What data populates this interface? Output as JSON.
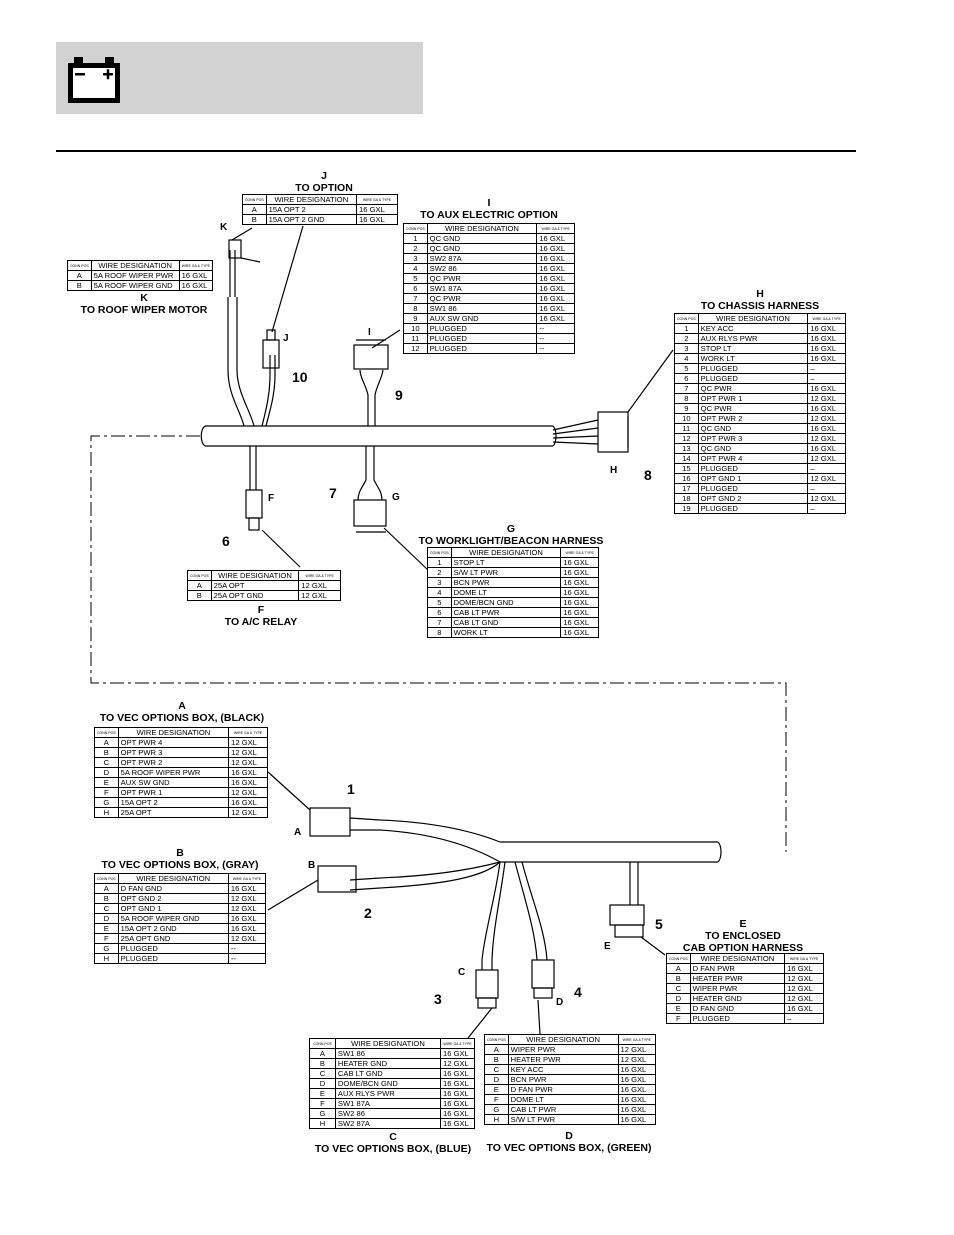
{
  "header": {
    "icon": "battery-icon"
  },
  "table_headers": {
    "pos": "CONN POS",
    "designation": "WIRE DESIGNATION",
    "gauge": "WIRE GA & TYPE"
  },
  "connectors": [
    {
      "id": "J",
      "caption_letter": "J",
      "caption_text": "TO OPTION",
      "callout_letter": "J",
      "callout_num": "10",
      "rows": [
        [
          "A",
          "15A OPT 2",
          "16 GXL"
        ],
        [
          "B",
          "15A OPT 2 GND",
          "16 GXL"
        ]
      ]
    },
    {
      "id": "I",
      "caption_letter": "I",
      "caption_text": "TO AUX ELECTRIC OPTION",
      "callout_letter": "I",
      "callout_num": "9",
      "rows": [
        [
          "1",
          "QC GND",
          "16 GXL"
        ],
        [
          "2",
          "QC GND",
          "16 GXL"
        ],
        [
          "3",
          "SW2 87A",
          "16 GXL"
        ],
        [
          "4",
          "SW2 86",
          "16 GXL"
        ],
        [
          "5",
          "QC PWR",
          "16 GXL"
        ],
        [
          "6",
          "SW1 87A",
          "16 GXL"
        ],
        [
          "7",
          "QC PWR",
          "16 GXL"
        ],
        [
          "8",
          "SW1 86",
          "16 GXL"
        ],
        [
          "9",
          "AUX SW GND",
          "16 GXL"
        ],
        [
          "10",
          "PLUGGED",
          "--"
        ],
        [
          "11",
          "PLUGGED",
          "--"
        ],
        [
          "12",
          "PLUGGED",
          "--"
        ]
      ]
    },
    {
      "id": "K",
      "caption_letter": "K",
      "caption_text": "TO ROOF WIPER MOTOR",
      "callout_letter": "K",
      "callout_num": "",
      "rows": [
        [
          "A",
          "5A ROOF WIPER PWR",
          "16 GXL"
        ],
        [
          "B",
          "5A ROOF WIPER GND",
          "16 GXL"
        ]
      ]
    },
    {
      "id": "H",
      "caption_letter": "H",
      "caption_text": "TO CHASSIS HARNESS",
      "callout_letter": "H",
      "callout_num": "8",
      "rows": [
        [
          "1",
          "KEY ACC",
          "16 GXL"
        ],
        [
          "2",
          "AUX RLYS PWR",
          "16 GXL"
        ],
        [
          "3",
          "STOP LT",
          "16 GXL"
        ],
        [
          "4",
          "WORK LT",
          "16 GXL"
        ],
        [
          "5",
          "PLUGGED",
          "–"
        ],
        [
          "6",
          "PLUGGED",
          "–"
        ],
        [
          "7",
          "QC PWR",
          "16 GXL"
        ],
        [
          "8",
          "OPT PWR 1",
          "12 GXL"
        ],
        [
          "9",
          "QC PWR",
          "16 GXL"
        ],
        [
          "10",
          "OPT PWR 2",
          "12 GXL"
        ],
        [
          "11",
          "QC GND",
          "16 GXL"
        ],
        [
          "12",
          "OPT PWR 3",
          "12 GXL"
        ],
        [
          "13",
          "QC GND",
          "16 GXL"
        ],
        [
          "14",
          "OPT PWR 4",
          "12 GXL"
        ],
        [
          "15",
          "PLUGGED",
          "–"
        ],
        [
          "16",
          "OPT GND 1",
          "12 GXL"
        ],
        [
          "17",
          "PLUGGED",
          "–"
        ],
        [
          "18",
          "OPT GND 2",
          "12 GXL"
        ],
        [
          "19",
          "PLUGGED",
          "–"
        ]
      ]
    },
    {
      "id": "F",
      "caption_letter": "F",
      "caption_text": "TO A/C RELAY",
      "callout_letter": "F",
      "callout_num": "6",
      "rows": [
        [
          "A",
          "25A OPT",
          "12 GXL"
        ],
        [
          "B",
          "25A OPT GND",
          "12 GXL"
        ]
      ]
    },
    {
      "id": "G",
      "caption_letter": "G",
      "caption_text": "TO WORKLIGHT/BEACON HARNESS",
      "callout_letter": "G",
      "callout_num": "7",
      "rows": [
        [
          "1",
          "STOP LT",
          "16 GXL"
        ],
        [
          "2",
          "S/W LT PWR",
          "16 GXL"
        ],
        [
          "3",
          "BCN PWR",
          "16 GXL"
        ],
        [
          "4",
          "DOME LT",
          "16 GXL"
        ],
        [
          "5",
          "DOME/BCN GND",
          "16 GXL"
        ],
        [
          "6",
          "CAB LT PWR",
          "16 GXL"
        ],
        [
          "7",
          "CAB LT GND",
          "16 GXL"
        ],
        [
          "8",
          "WORK LT",
          "16 GXL"
        ]
      ]
    },
    {
      "id": "A",
      "caption_letter": "A",
      "caption_text": "TO VEC OPTIONS BOX, (BLACK)",
      "callout_letter": "A",
      "callout_num": "1",
      "rows": [
        [
          "A",
          "OPT PWR 4",
          "12 GXL"
        ],
        [
          "B",
          "OPT PWR 3",
          "12 GXL"
        ],
        [
          "C",
          "OPT PWR 2",
          "12 GXL"
        ],
        [
          "D",
          "5A ROOF WIPER PWR",
          "16 GXL"
        ],
        [
          "E",
          "AUX SW GND",
          "16 GXL"
        ],
        [
          "F",
          "OPT PWR 1",
          "12 GXL"
        ],
        [
          "G",
          "15A OPT 2",
          "16 GXL"
        ],
        [
          "H",
          "25A OPT",
          "12 GXL"
        ]
      ]
    },
    {
      "id": "B",
      "caption_letter": "B",
      "caption_text": "TO VEC OPTIONS BOX, (GRAY)",
      "callout_letter": "B",
      "callout_num": "2",
      "rows": [
        [
          "A",
          "D FAN GND",
          "16 GXL"
        ],
        [
          "B",
          "OPT GND 2",
          "12 GXL"
        ],
        [
          "C",
          "OPT GND 1",
          "12 GXL"
        ],
        [
          "D",
          "5A ROOF WIPER GND",
          "16 GXL"
        ],
        [
          "E",
          "15A OPT 2 GND",
          "16 GXL"
        ],
        [
          "F",
          "25A OPT GND",
          "12 GXL"
        ],
        [
          "G",
          "PLUGGED",
          "--"
        ],
        [
          "H",
          "PLUGGED",
          "--"
        ]
      ]
    },
    {
      "id": "E",
      "caption_letter": "E",
      "caption_text": "TO ENCLOSED",
      "caption_text2": "CAB OPTION HARNESS",
      "callout_letter": "E",
      "callout_num": "5",
      "rows": [
        [
          "A",
          "D FAN PWR",
          "16 GXL"
        ],
        [
          "B",
          "HEATER PWR",
          "12 GXL"
        ],
        [
          "C",
          "WIPER PWR",
          "12 GXL"
        ],
        [
          "D",
          "HEATER GND",
          "12 GXL"
        ],
        [
          "E",
          "D FAN GND",
          "16 GXL"
        ],
        [
          "F",
          "PLUGGED",
          "–"
        ]
      ]
    },
    {
      "id": "C",
      "caption_letter": "C",
      "caption_text": "TO VEC OPTIONS BOX, (BLUE)",
      "callout_letter": "C",
      "callout_num": "3",
      "rows": [
        [
          "A",
          "SW1 86",
          "16 GXL"
        ],
        [
          "B",
          "HEATER GND",
          "12 GXL"
        ],
        [
          "C",
          "CAB LT GND",
          "16 GXL"
        ],
        [
          "D",
          "DOME/BCN GND",
          "16 GXL"
        ],
        [
          "E",
          "AUX RLYS PWR",
          "16 GXL"
        ],
        [
          "F",
          "SW1 87A",
          "16 GXL"
        ],
        [
          "G",
          "SW2 86",
          "16 GXL"
        ],
        [
          "H",
          "SW2 87A",
          "16 GXL"
        ]
      ]
    },
    {
      "id": "D",
      "caption_letter": "D",
      "caption_text": "TO VEC OPTIONS BOX, (GREEN)",
      "callout_letter": "D",
      "callout_num": "4",
      "rows": [
        [
          "A",
          "WIPER PWR",
          "12 GXL"
        ],
        [
          "B",
          "HEATER PWR",
          "12 GXL"
        ],
        [
          "C",
          "KEY ACC",
          "16 GXL"
        ],
        [
          "D",
          "BCN PWR",
          "16 GXL"
        ],
        [
          "E",
          "D FAN PWR",
          "16 GXL"
        ],
        [
          "F",
          "DOME LT",
          "16 GXL"
        ],
        [
          "G",
          "CAB LT PWR",
          "16 GXL"
        ],
        [
          "H",
          "S/W LT PWR",
          "16 GXL"
        ]
      ]
    }
  ]
}
